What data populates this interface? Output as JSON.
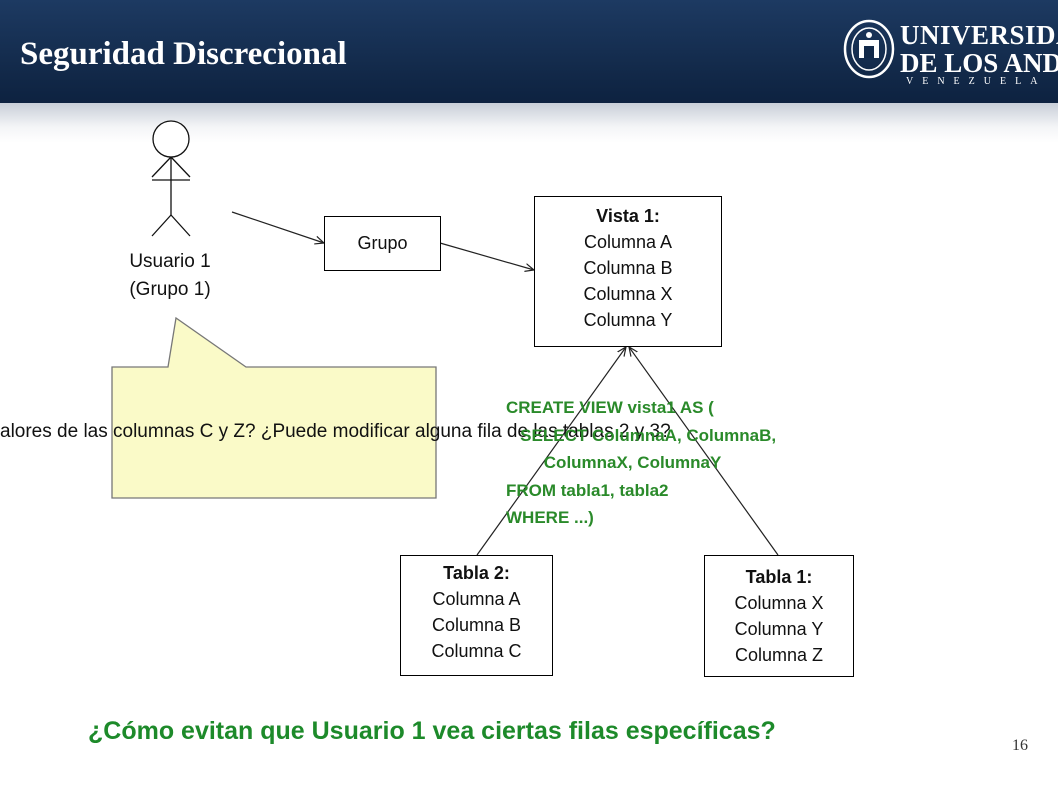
{
  "slide": {
    "title": "Seguridad Discrecional",
    "page_number": "16",
    "question": "¿Cómo evitan que Usuario 1 vea ciertas filas específicas?"
  },
  "logo": {
    "line1": "UNIVERSIDAD",
    "line2": "DE LOS ANDES",
    "line3": "VENEZUELA"
  },
  "user": {
    "label": "Usuario 1 (Grupo 1)"
  },
  "grupo": {
    "label": "Grupo"
  },
  "vista1": {
    "title": "Vista 1:",
    "columns": [
      "Columna A",
      "Columna B",
      "Columna X",
      "Columna Y"
    ]
  },
  "tabla2": {
    "title": "Tabla 2:",
    "columns": [
      "Columna A",
      "Columna B",
      "Columna C"
    ]
  },
  "tabla1": {
    "title": "Tabla 1:",
    "columns": [
      "Columna X",
      "Columna Y",
      "Columna Z"
    ]
  },
  "sql": {
    "lines": [
      "CREATE VIEW vista1 AS (",
      "   SELECT ColumnaA, ColumnaB,",
      "        ColumnaX, ColumnaY",
      "FROM tabla1, tabla2",
      "WHERE ...)"
    ]
  },
  "note": {
    "overflow_text": "alores de las columnas C y Z? ¿Puede modificar alguna fila de las tablas 2 y 3?"
  },
  "colors": {
    "header": "#122949",
    "sql_green": "#2a8a2a",
    "question_green": "#1d8a2a",
    "note_fill": "#fafac8"
  }
}
